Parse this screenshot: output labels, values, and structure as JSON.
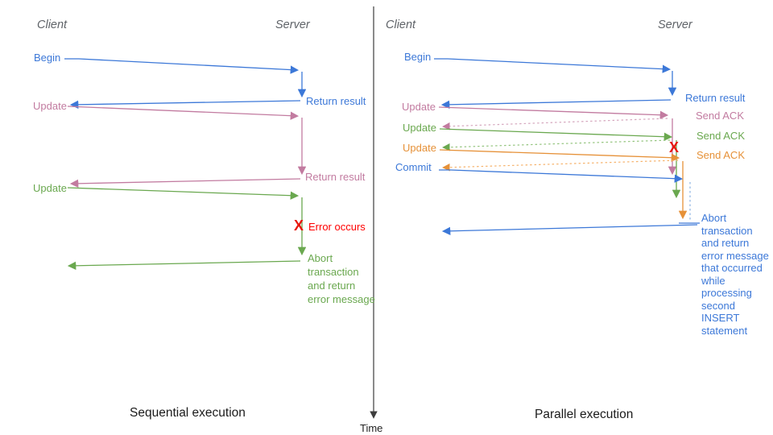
{
  "palette": {
    "blue": "#3c78d8",
    "blue_light": "#8eb4e3",
    "pink": "#c27ba0",
    "pink_light": "#d5a6bd",
    "green": "#6aa84f",
    "green_light": "#93c47d",
    "orange": "#e69138",
    "orange_light": "#f6b26b",
    "red": "#ff0000",
    "header_gray": "#5f6368",
    "axis_gray": "#3d3d3d"
  },
  "time_axis": {
    "label": "Time"
  },
  "left_panel": {
    "caption": "Sequential execution",
    "client": "Client",
    "server": "Server",
    "messages": {
      "begin": "Begin",
      "return_result_1": "Return result",
      "update_1": "Update",
      "return_result_2": "Return result",
      "update_2": "Update",
      "error_x": "X",
      "error": "Error occurs",
      "abort": "Abort\ntransaction\nand return\nerror message"
    }
  },
  "right_panel": {
    "caption": "Parallel execution",
    "client": "Client",
    "server": "Server",
    "messages": {
      "begin": "Begin",
      "return_result": "Return result",
      "update_1": "Update",
      "send_ack_1": "Send ACK",
      "update_2": "Update",
      "send_ack_2": "Send ACK",
      "update_3": "Update",
      "send_ack_3": "Send ACK",
      "commit": "Commit",
      "error_x": "X",
      "abort": "Abort\ntransaction\nand return\nerror message\nthat occurred\nwhile\nprocessing\nsecond\nINSERT\nstatement"
    }
  }
}
